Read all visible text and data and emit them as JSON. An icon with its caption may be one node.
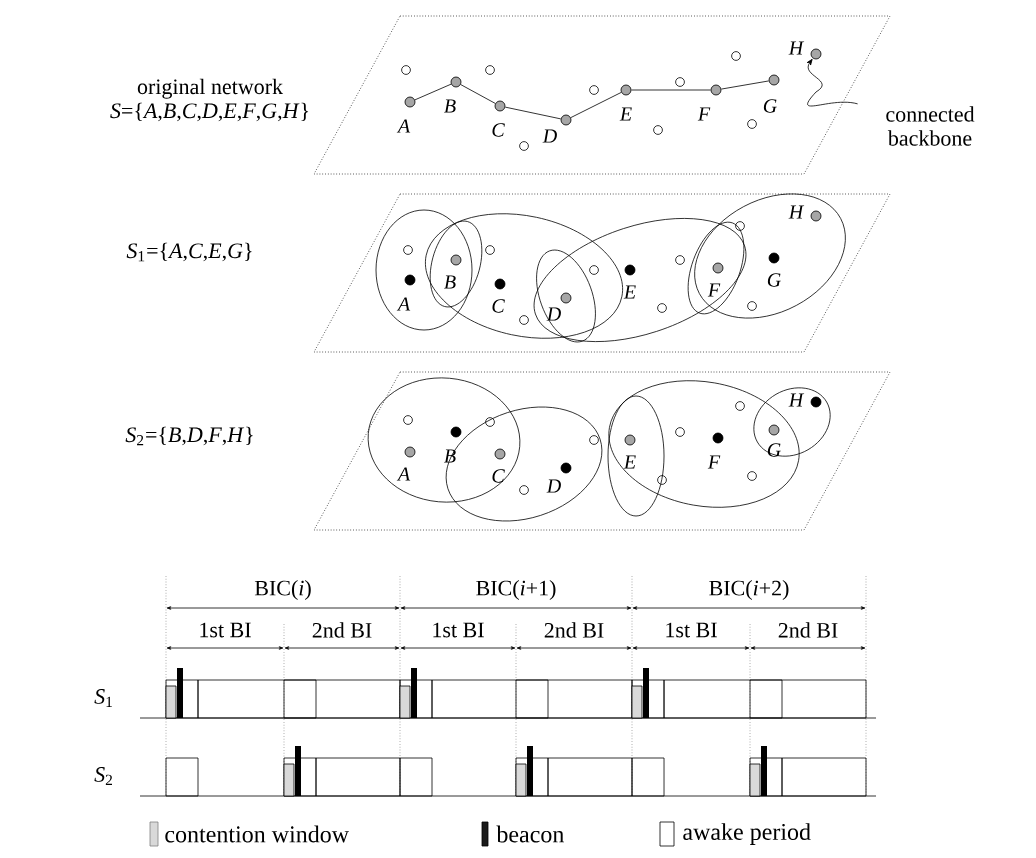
{
  "diagram": {
    "nodes": [
      {
        "text": [
          "original network",
          "*S*={*A*,*B*,*C*,*D*,*E*,*F*,*G*,*H*}"
        ]
      },
      {
        "text": [],
        "shape": "circle",
        "beside": [
          "A"
        ],
        "in": 0
      },
      {
        "text": [],
        "shape": "circle",
        "beside": [
          "B"
        ],
        "in": 0
      },
      {
        "text": [],
        "shape": "circle",
        "beside": [
          "C"
        ],
        "in": 0
      },
      {
        "text": [],
        "shape": "circle",
        "beside": [
          "D"
        ],
        "in": 0
      },
      {
        "text": [],
        "shape": "circle",
        "beside": [
          "E"
        ],
        "in": 0
      },
      {
        "text": [],
        "shape": "circle",
        "beside": [
          "F"
        ],
        "in": 0
      },
      {
        "text": [],
        "shape": "circle",
        "beside": [
          "G"
        ],
        "in": 0
      },
      {
        "text": [],
        "shape": "circle",
        "beside": [
          "H"
        ],
        "in": 0
      },
      {
        "text": [
          "connected backbone"
        ]
      },
      {
        "text": [
          "*S*$_{1}$={*A*,*C*,*E*,*G*}"
        ]
      },
      {
        "text": [],
        "shape": "circle",
        "beside": [
          "A"
        ],
        "in": 10
      },
      {
        "text": [],
        "shape": "circle",
        "beside": [
          "B"
        ],
        "in": 10
      },
      {
        "text": [],
        "shape": "circle",
        "beside": [
          "C"
        ],
        "in": 10
      },
      {
        "text": [],
        "shape": "circle",
        "beside": [
          "D"
        ],
        "in": 10
      },
      {
        "text": [],
        "shape": "circle",
        "beside": [
          "E"
        ],
        "in": 10
      },
      {
        "text": [],
        "shape": "circle",
        "beside": [
          "F"
        ],
        "in": 10
      },
      {
        "text": [],
        "shape": "circle",
        "beside": [
          "G"
        ],
        "in": 10
      },
      {
        "text": [],
        "shape": "circle",
        "beside": [
          "H"
        ],
        "in": 10
      },
      {
        "text": [
          "*S*$_{2}$={*B*,*D*,*F*,*H*}"
        ]
      },
      {
        "text": [],
        "shape": "circle",
        "beside": [
          "A"
        ],
        "in": 19
      },
      {
        "text": [],
        "shape": "circle",
        "beside": [
          "B"
        ],
        "in": 19
      },
      {
        "text": [],
        "shape": "circle",
        "beside": [
          "C"
        ],
        "in": 19
      },
      {
        "text": [],
        "shape": "circle",
        "beside": [
          "D"
        ],
        "in": 19
      },
      {
        "text": [],
        "shape": "circle",
        "beside": [
          "E"
        ],
        "in": 19
      },
      {
        "text": [],
        "shape": "circle",
        "beside": [
          "F"
        ],
        "in": 19
      },
      {
        "text": [],
        "shape": "circle",
        "beside": [
          "G"
        ],
        "in": 19
      },
      {
        "text": [],
        "shape": "circle",
        "beside": [
          "H"
        ],
        "in": 19
      }
    ],
    "edges": [
      {
        "from": 1,
        "to": 2,
        "arrow": "none"
      },
      {
        "from": 2,
        "to": 3,
        "arrow": "none"
      },
      {
        "from": 3,
        "to": 4,
        "arrow": "none"
      },
      {
        "from": 4,
        "to": 5,
        "arrow": "none"
      },
      {
        "from": 5,
        "to": 6,
        "arrow": "none"
      },
      {
        "from": 6,
        "to": 7,
        "arrow": "none"
      },
      {
        "from": 9,
        "to": 8,
        "arrow": "to"
      }
    ],
    "labels": [
      "BIC(*i*)",
      "BIC(*i*+1)",
      "BIC(*i*+2)",
      "1st BI",
      "2nd BI",
      "1st BI",
      "2nd BI",
      "1st BI",
      "2nd BI",
      "*S*$_{1}$",
      "*S*$_{2}$"
    ],
    "legend": [
      {
        "text": "contention window",
        "color": "#d9d9d9"
      },
      {
        "text": "beacon",
        "color": "#1a1a1a"
      },
      {
        "text": "awake period"
      }
    ]
  }
}
